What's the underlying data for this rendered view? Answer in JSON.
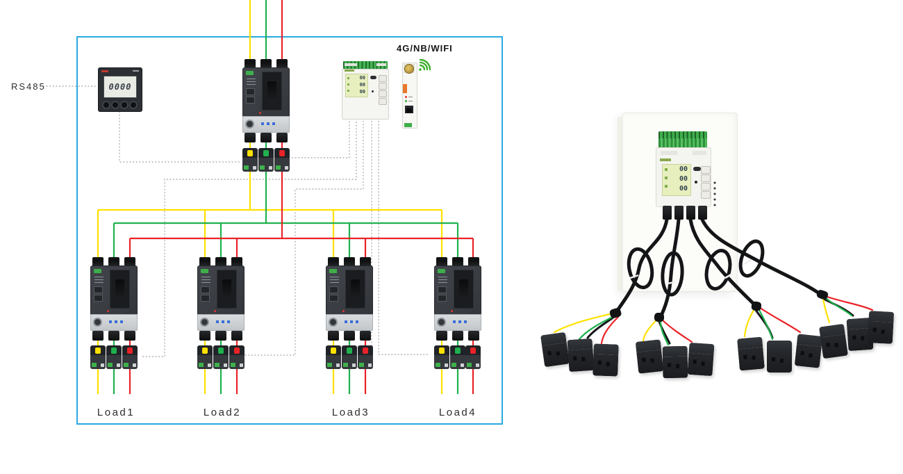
{
  "diagram": {
    "boundary_color": "#2aa9e0",
    "rs485_label": "RS485",
    "wireless_label": "4G/NB/WIFI",
    "panel_meter": {
      "display": "0000"
    },
    "din_meter": {
      "display_lines": [
        "00",
        "00",
        "00"
      ]
    },
    "loads": [
      {
        "label": "Load1"
      },
      {
        "label": "Load2"
      },
      {
        "label": "Load3"
      },
      {
        "label": "Load4"
      }
    ],
    "phase_wire_colors": {
      "phase_a_yellow": "#ffe100",
      "phase_b_green": "#1fb14e",
      "phase_c_red": "#ea2328"
    },
    "signal_wire_color": "#b5b2ae",
    "wifi_icon_color": "#3dae2b"
  },
  "photo": {
    "din_meter": {
      "display_lines": [
        "00",
        "00",
        "00"
      ]
    }
  }
}
